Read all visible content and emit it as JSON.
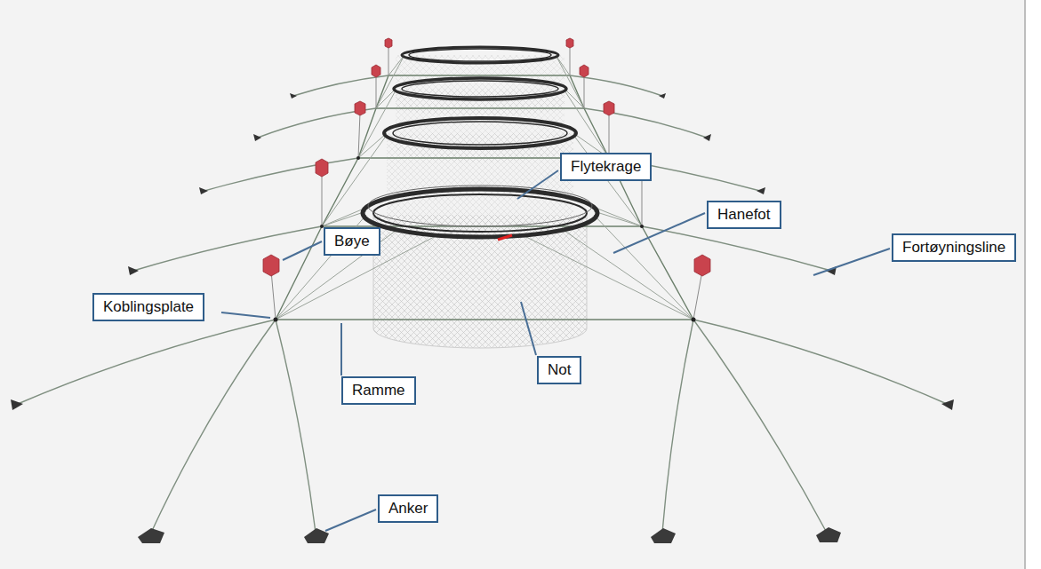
{
  "diagram": {
    "labels": [
      "Flytekrage",
      "Hanefot",
      "Bøye",
      "Koblingsplate",
      "Fortøyningsline",
      "Not",
      "Ramme",
      "Anker"
    ]
  }
}
